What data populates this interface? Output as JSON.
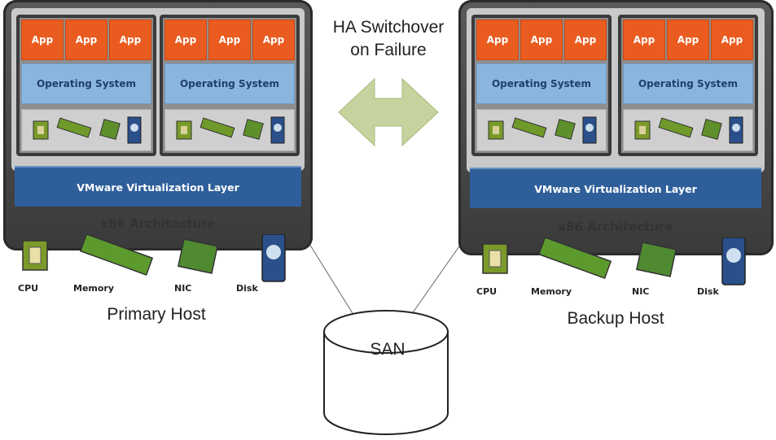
{
  "switchover": {
    "line1": "HA Switchover",
    "line2": "on Failure"
  },
  "san": {
    "label": "SAN"
  },
  "hosts": [
    {
      "caption": "Primary Host",
      "apps": [
        "App",
        "App",
        "App",
        "App",
        "App",
        "App"
      ],
      "os": [
        "Operating System",
        "Operating System"
      ],
      "virtualization_layer": "VMware Virtualization Layer",
      "architecture": "x86 Architecture",
      "hardware": [
        "CPU",
        "Memory",
        "NIC",
        "Disk"
      ]
    },
    {
      "caption": "Backup Host",
      "apps": [
        "App",
        "App",
        "App",
        "App",
        "App",
        "App"
      ],
      "os": [
        "Operating System",
        "Operating System"
      ],
      "virtualization_layer": "VMware Virtualization Layer",
      "architecture": "x86 Architecture",
      "hardware": [
        "CPU",
        "Memory",
        "NIC",
        "Disk"
      ]
    }
  ],
  "colors": {
    "app": "#ea5b1f",
    "os": "#8ab6dd",
    "vlayer": "#2e5f9b",
    "arrow": "#c5d49e",
    "chip": "#7a9a2a"
  }
}
